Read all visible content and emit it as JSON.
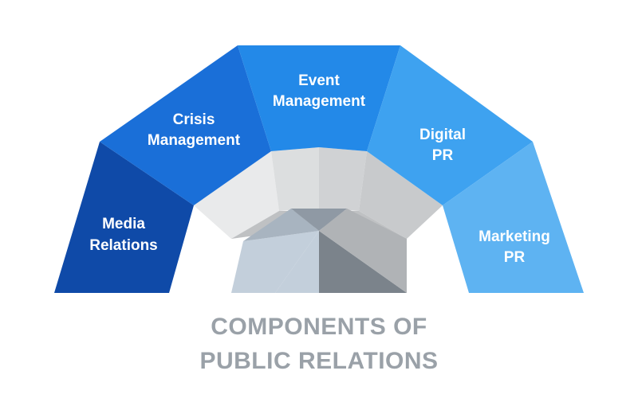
{
  "title": {
    "line1": "COMPONENTS OF",
    "line2": "PUBLIC RELATIONS"
  },
  "segments": [
    {
      "id": "media-relations",
      "lines": [
        "Media",
        "Relations"
      ],
      "color": "#0f4aa8"
    },
    {
      "id": "crisis-management",
      "lines": [
        "Crisis",
        "Management"
      ],
      "color": "#1a6fd8"
    },
    {
      "id": "event-management",
      "lines": [
        "Event",
        "Management"
      ],
      "color": "#2389e8"
    },
    {
      "id": "digital-pr",
      "lines": [
        "Digital",
        "PR"
      ],
      "color": "#3ea2f0"
    },
    {
      "id": "marketing-pr",
      "lines": [
        "Marketing",
        "PR"
      ],
      "color": "#5eb3f2"
    }
  ],
  "colors": {
    "title": "#9aa1a8",
    "inner_ring": [
      "#e9eaeb",
      "#dcdedf",
      "#d0d2d4",
      "#c8cacc",
      "#bfc1c3"
    ],
    "core": [
      "#c3cfdb",
      "#a8b4c0",
      "#8f99a4",
      "#7b838b",
      "#b0b3b6"
    ]
  }
}
